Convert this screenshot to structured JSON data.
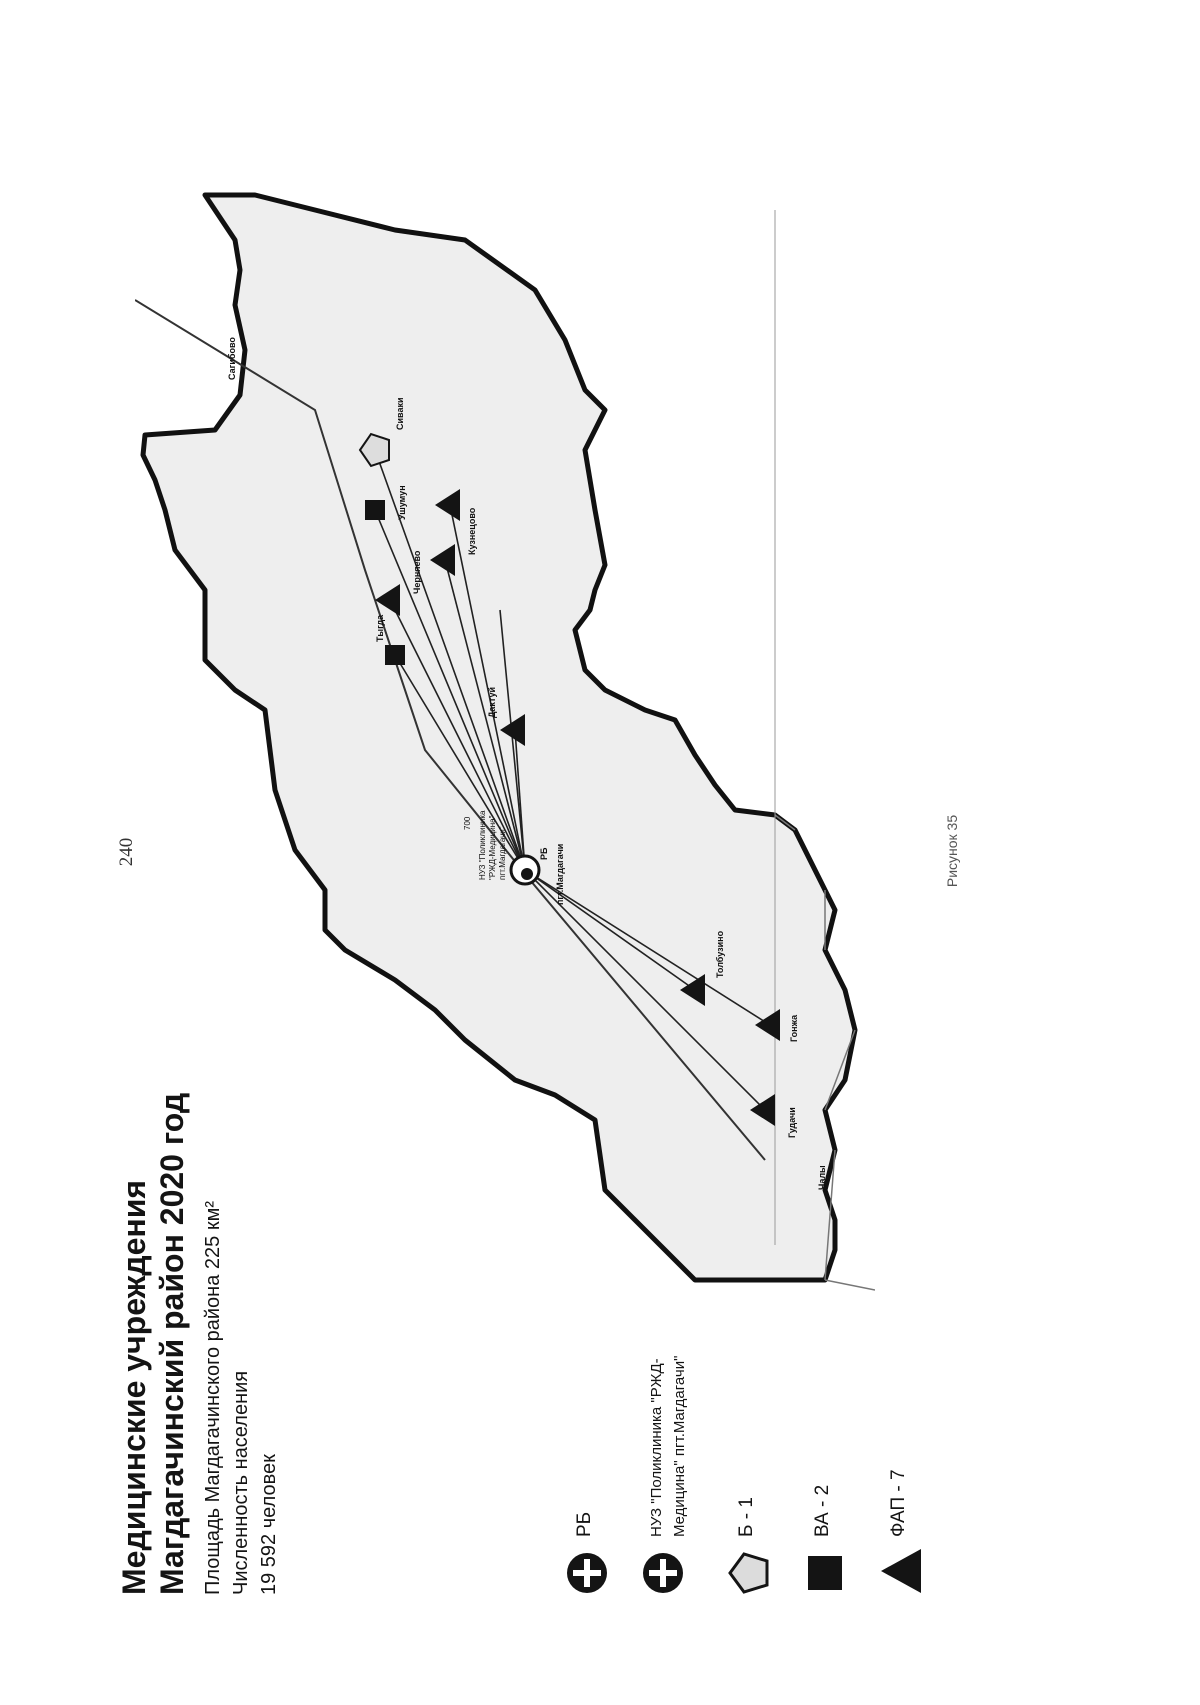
{
  "page_number": "240",
  "title_line1": "Медицинские учреждения",
  "title_line2": "Магдагачинский район 2020 год",
  "area_text": "Площадь Магдагачинского района 225 км²",
  "population_label": "Численность населения",
  "population_value": "19 592 человек",
  "figure_caption": "Рисунок 35",
  "legend": {
    "rb": "РБ",
    "nuz_line1": "НУЗ \"Поликлиника \"РЖД-",
    "nuz_line2": "Медицина\" пгт.Магдагачи\"",
    "b": "Б - 1",
    "va": "ВА - 2",
    "fap": "ФАП - 7"
  },
  "map": {
    "center_label": "пгт.Магдагачи",
    "rb_label": "РБ",
    "nuz_label_1": "НУЗ \"Поликлиника",
    "nuz_label_2": "\"РЖД-Медицина\"",
    "nuz_label_3": "пгт.Магдагачи\"",
    "scale_label": "700",
    "places": {
      "gudachi": "Гудачи",
      "gonzha": "Гонжа",
      "tolbuzino": "Толбузино",
      "dakturuy": "Дактуй",
      "tygda": "Тыгда",
      "chernyaevo": "Черняево",
      "kuznetsovo": "Кузнецово",
      "ushumun": "Ушумун",
      "sivaki": "Сиваки",
      "chaly": "Чалы",
      "sagibovo": "Сагибово"
    }
  },
  "colors": {
    "ink": "#141414",
    "region_fill": "#eeeeee",
    "region_stroke": "#111111"
  }
}
